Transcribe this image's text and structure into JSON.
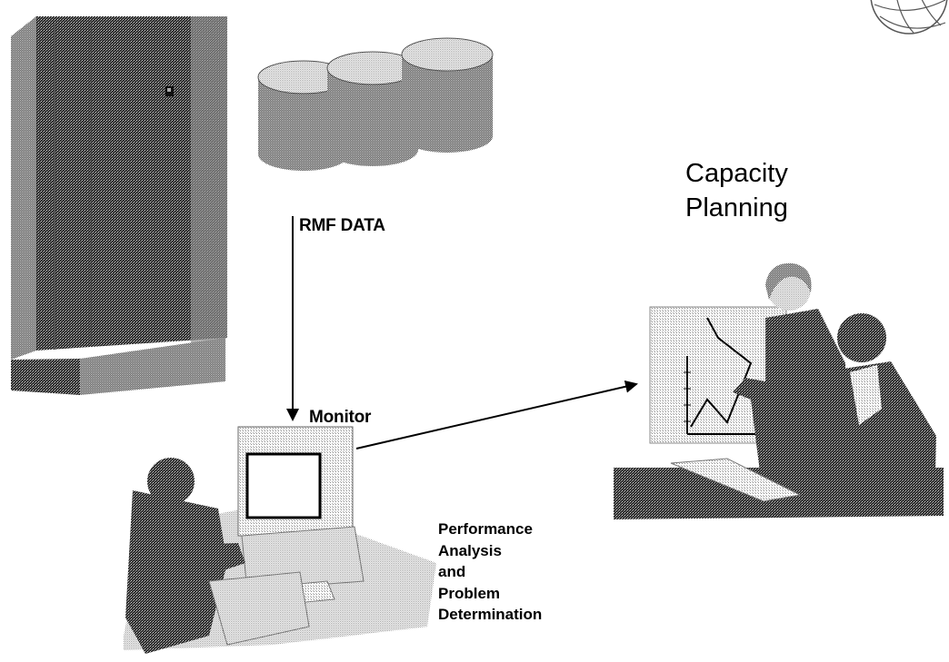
{
  "labels": {
    "rmf_data": "RMF DATA",
    "monitor": "Monitor",
    "capacity_planning": [
      "Capacity",
      "Planning"
    ],
    "performance_analysis": [
      "Performance",
      "Analysis",
      "and",
      "Problem",
      "Determination"
    ]
  },
  "colors": {
    "dither_dark": "#3a3a3a",
    "dither_light": "#bdbdbd",
    "ink": "#000000",
    "background": "#ffffff"
  },
  "icons": [
    "mainframe-server",
    "disk-storage-cylinders",
    "workstation-operator",
    "presentation-meeting",
    "globe-logo"
  ]
}
